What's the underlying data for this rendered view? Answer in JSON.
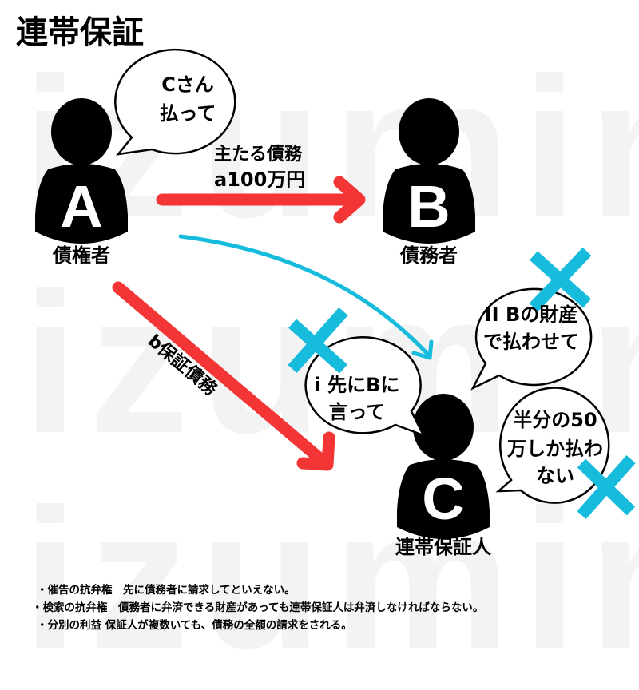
{
  "title": "連帯保証",
  "watermark": {
    "text": "izumin",
    "color": "#f3f3f3"
  },
  "colors": {
    "red_arrow": "#f33535",
    "blue_accent": "#17bcdc",
    "figure": "#000000",
    "background": "#ffffff"
  },
  "people": {
    "a": {
      "letter": "A",
      "label": "債権者"
    },
    "b": {
      "letter": "B",
      "label": "債務者"
    },
    "c": {
      "letter": "C",
      "label": "連帯保証人"
    }
  },
  "arrows": {
    "a_to_b": {
      "line1": "主たる債務",
      "line2": "a100万円"
    },
    "a_to_c": {
      "label": "b保証債務"
    }
  },
  "bubbles": {
    "a_says": {
      "line1": "Cさん",
      "line2": "払って"
    },
    "c_defense_1": {
      "line1": "i 先にBに",
      "line2": "言って",
      "crossed": true
    },
    "c_defense_2": {
      "line1": "II Bの財産",
      "line2": "で払わせて",
      "crossed": true
    },
    "c_defense_3": {
      "line1": "半分の50",
      "line2": "万しか払わ",
      "line3": "ない",
      "crossed": true
    }
  },
  "notes": [
    "・催告の抗弁権　先に債務者に請求してといえない。",
    "・検索の抗弁権　債務者に弁済できる財産があっても連帯保証人は弁済しなければならない。",
    "・分別の利益 保証人が複数いても、債務の全額の請求をされる。"
  ]
}
